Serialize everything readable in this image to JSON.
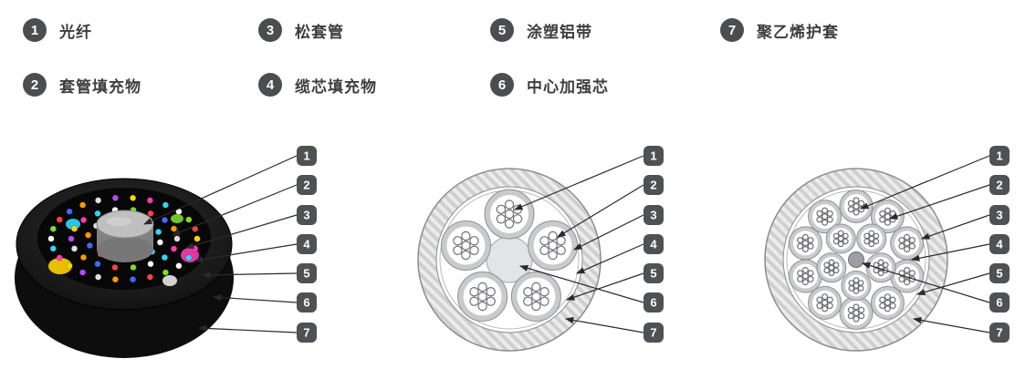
{
  "legend": {
    "items": [
      {
        "num": "1",
        "label": "光纤"
      },
      {
        "num": "2",
        "label": "套管填充物"
      },
      {
        "num": "3",
        "label": "松套管"
      },
      {
        "num": "4",
        "label": "缆芯填充物"
      },
      {
        "num": "5",
        "label": "涂塑铝带"
      },
      {
        "num": "6",
        "label": "中心加强芯"
      },
      {
        "num": "7",
        "label": "聚乙烯护套"
      }
    ]
  },
  "callouts": [
    "1",
    "2",
    "3",
    "4",
    "5",
    "6",
    "7"
  ],
  "colors": {
    "badge": "#4c4d4f",
    "callout_badge": "#4f5154",
    "line": "#2a2a2a",
    "sheath_hatch_light": "#ececec",
    "sheath_hatch_dark": "#cfcfcf",
    "tube_wall": "#c9cacb",
    "fiber_outline": "#6d6e71",
    "strength_member_mid": "#e3e4e5",
    "strength_member_right": "#9d9ea1",
    "jacket_black": "#141414",
    "metal_gray": "#bfbfbf"
  },
  "photo": {
    "fiber_colors": [
      "#ffd400",
      "#ff3db5",
      "#2bd9ff",
      "#ffffff",
      "#7cdc28",
      "#ff4040",
      "#4169ff",
      "#ff9a00",
      "#e0e0e0",
      "#b44bff"
    ]
  }
}
